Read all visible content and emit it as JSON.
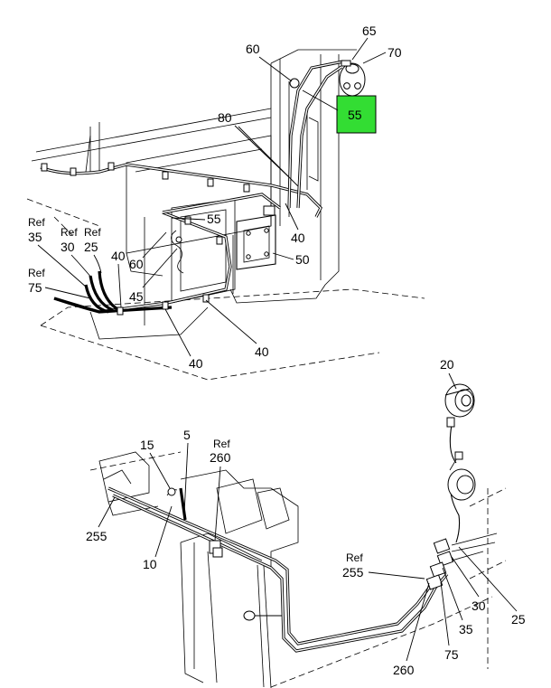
{
  "highlight_color": "#33dd33",
  "callouts": {
    "c65": "65",
    "c70": "70",
    "c60_top": "60",
    "c55_highlight": "55",
    "c80": "80",
    "c55_mid": "55",
    "c40_a": "40",
    "c60_mid": "60",
    "c50": "50",
    "ref_label": "Ref",
    "c35": "35",
    "c30": "30",
    "c25": "25",
    "c40_b": "40",
    "c75": "75",
    "c45": "45",
    "c40_c": "40",
    "c40_d": "40",
    "c20": "20",
    "c15": "15",
    "c5": "5",
    "c260_top": "260",
    "c255_left": "255",
    "c10": "10",
    "c255_ref": "255",
    "c30_b": "30",
    "c25_b": "25",
    "c35_b": "35",
    "c75_b": "75",
    "c260_bottom": "260"
  }
}
